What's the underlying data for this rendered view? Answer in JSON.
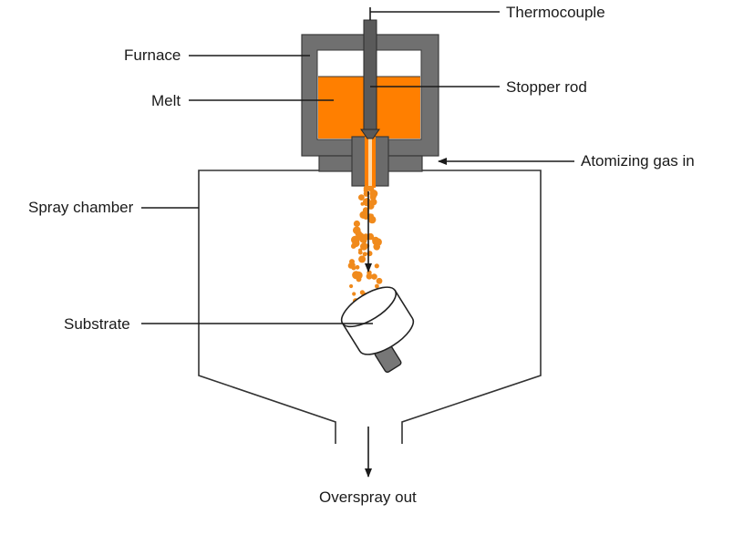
{
  "labels": {
    "thermocouple": "Thermocouple",
    "furnace": "Furnace",
    "stopper_rod": "Stopper rod",
    "melt": "Melt",
    "atomizing_gas_in": "Atomizing gas in",
    "spray_chamber": "Spray chamber",
    "substrate": "Substrate",
    "overspray_out": "Overspray out"
  },
  "colors": {
    "furnace_wall": "#707070",
    "furnace_edge": "#3a3a3a",
    "melt": "#ff7f00",
    "droplets": "#f08a1c",
    "chamber_line": "#333333",
    "leader_line": "#1a1a1a",
    "rod": "#5a5a5a",
    "nozzle": "#6b6b6b",
    "substrate_body": "#ffffff",
    "substrate_shaft": "#777777"
  }
}
